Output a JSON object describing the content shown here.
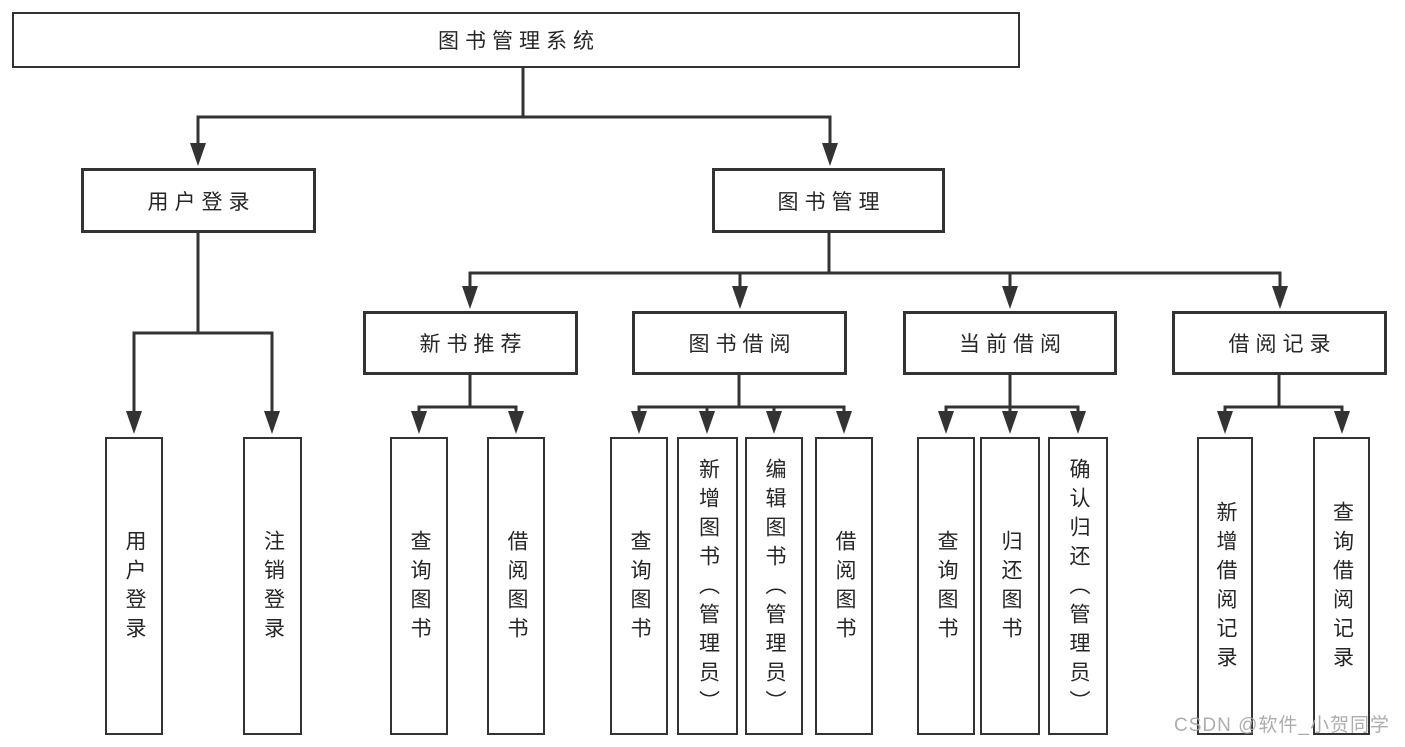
{
  "nodes": {
    "root": {
      "label": "图书管理系统"
    },
    "user_login": {
      "label": "用户登录"
    },
    "book_mgmt": {
      "label": "图书管理"
    },
    "new_book_rec": {
      "label": "新书推荐"
    },
    "book_borrow": {
      "label": "图书借阅"
    },
    "current_borrow": {
      "label": "当前借阅"
    },
    "borrow_record": {
      "label": "借阅记录"
    },
    "leaf_user_login": {
      "label": "用户登录"
    },
    "leaf_logout": {
      "label": "注销登录"
    },
    "leaf_nbr_query_books": {
      "label": "查询图书"
    },
    "leaf_nbr_borrow_books": {
      "label": "借阅图书"
    },
    "leaf_bb_query_books": {
      "label": "查询图书"
    },
    "leaf_bb_add_books": {
      "label": "新增图书（管理员）"
    },
    "leaf_bb_edit_books": {
      "label": "编辑图书（管理员）"
    },
    "leaf_bb_borrow_books": {
      "label": "借阅图书"
    },
    "leaf_cb_query_books": {
      "label": "查询图书"
    },
    "leaf_cb_return_books": {
      "label": "归还图书"
    },
    "leaf_cb_confirm_return": {
      "label": "确认归还（管理员）"
    },
    "leaf_br_add_record": {
      "label": "新增借阅记录"
    },
    "leaf_br_query_record": {
      "label": "查询借阅记录"
    }
  },
  "watermark": {
    "text": "CSDN @软件_小贺同学"
  },
  "colors": {
    "line": "#333333",
    "border": "#333333",
    "fill": "#ffffff",
    "text": "#262626",
    "bg": "#ffffff",
    "watermark": "#a5a5a5"
  }
}
